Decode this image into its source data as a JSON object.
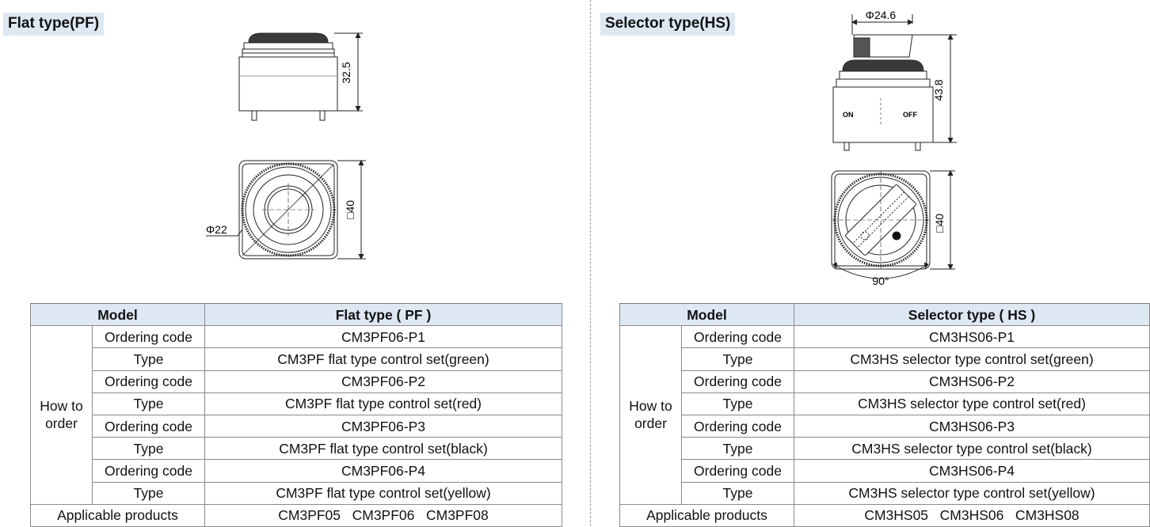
{
  "left": {
    "title": "Flat type(PF)",
    "dims": {
      "height": "32.5",
      "diameter": "Φ22",
      "square": "□40"
    },
    "table": {
      "header_model": "Model",
      "header_type": "Flat type ( PF )",
      "group_label_1": "How to",
      "group_label_2": "order",
      "rows": [
        {
          "label": "Ordering code",
          "value": "CM3PF06-P1"
        },
        {
          "label": "Type",
          "value": "CM3PF flat type control set(green)"
        },
        {
          "label": "Ordering code",
          "value": "CM3PF06-P2"
        },
        {
          "label": "Type",
          "value": "CM3PF flat type control set(red)"
        },
        {
          "label": "Ordering code",
          "value": "CM3PF06-P3"
        },
        {
          "label": "Type",
          "value": "CM3PF flat type control set(black)"
        },
        {
          "label": "Ordering code",
          "value": "CM3PF06-P4"
        },
        {
          "label": "Type",
          "value": "CM3PF flat type control set(yellow)"
        }
      ],
      "applicable_label": "Applicable products",
      "applicable_value": "CM3PF05   CM3PF06   CM3PF08"
    }
  },
  "right": {
    "title": "Selector type(HS)",
    "dims": {
      "diameter": "Φ24.6",
      "height": "43.8",
      "square": "□40",
      "angle": "90°",
      "on": "ON",
      "off": "OFF"
    },
    "table": {
      "header_model": "Model",
      "header_type": "Selector type ( HS )",
      "group_label_1": "How to",
      "group_label_2": "order",
      "rows": [
        {
          "label": "Ordering code",
          "value": "CM3HS06-P1"
        },
        {
          "label": "Type",
          "value": "CM3HS selector type control set(green)"
        },
        {
          "label": "Ordering code",
          "value": "CM3HS06-P2"
        },
        {
          "label": "Type",
          "value": "CM3HS selector type control set(red)"
        },
        {
          "label": "Ordering code",
          "value": "CM3HS06-P3"
        },
        {
          "label": "Type",
          "value": "CM3HS selector type control set(black)"
        },
        {
          "label": "Ordering code",
          "value": "CM3HS06-P4"
        },
        {
          "label": "Type",
          "value": "CM3HS selector type control set(yellow)"
        }
      ],
      "applicable_label": "Applicable products",
      "applicable_value": "CM3HS05   CM3HS06   CM3HS08"
    }
  }
}
